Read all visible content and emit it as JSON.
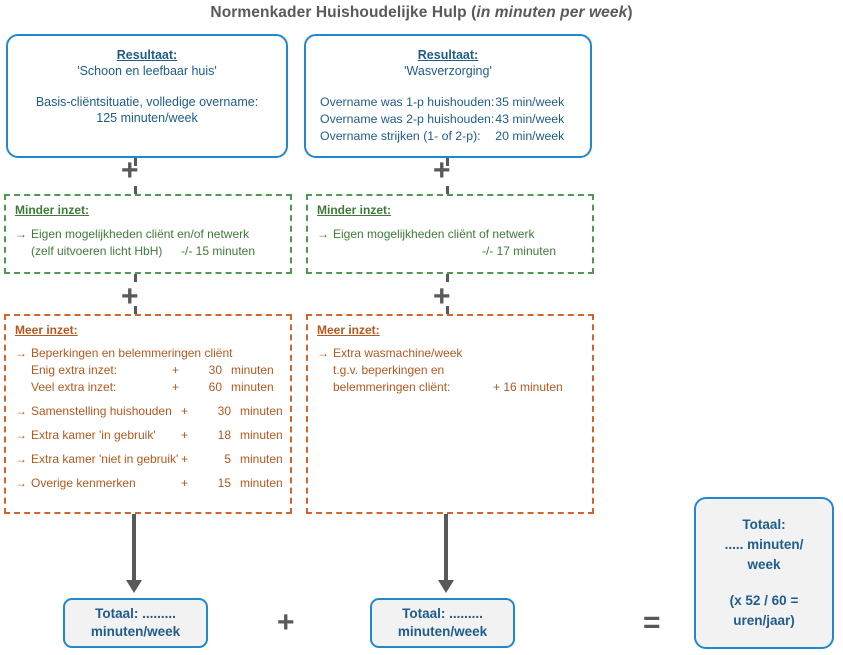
{
  "title": {
    "main": "Normenkader Huishoudelijke Hulp (",
    "italic": "in minuten per week",
    "close": ")"
  },
  "columns": {
    "left": {
      "result": {
        "heading": "Resultaat:",
        "subtitle": "'Schoon en leefbaar huis'",
        "body_line1": "Basis-cliëntsituatie, volledige overname:",
        "body_line2": "125 minuten/week"
      },
      "minder": {
        "heading": "Minder inzet:",
        "arrow": "→",
        "item_line1": "Eigen mogelijkheden cliënt en/of netwerk",
        "item_line2": "(zelf uitvoeren licht HbH)",
        "value": "-/- 15 minuten"
      },
      "meer": {
        "heading": "Meer inzet:",
        "arrow": "→",
        "items": [
          {
            "label": "Beperkingen en belemmeringen cliënt",
            "sign": "",
            "value": "",
            "unit": ""
          },
          {
            "label": "Enig extra inzet:",
            "sign": "+",
            "value": "30",
            "unit": "minuten",
            "sub": true
          },
          {
            "label": "Veel extra inzet:",
            "sign": "+",
            "value": "60",
            "unit": "minuten",
            "sub": true
          },
          {
            "label": "Samenstelling huishouden",
            "sign": "+",
            "value": "30",
            "unit": "minuten"
          },
          {
            "label": "Extra kamer 'in gebruik'",
            "sign": "+",
            "value": "18",
            "unit": "minuten"
          },
          {
            "label": "Extra kamer 'niet in gebruik'",
            "sign": "+",
            "value": "5",
            "unit": "minuten"
          },
          {
            "label": "Overige kenmerken",
            "sign": "+",
            "value": "15",
            "unit": "minuten"
          }
        ]
      },
      "total": {
        "line1": "Totaal:  .........",
        "line2": "minuten/week"
      }
    },
    "right": {
      "result": {
        "heading": "Resultaat:",
        "subtitle": "'Wasverzorging'",
        "rows": [
          {
            "label": "Overname was 1-p huishouden:",
            "value": "35 min/week"
          },
          {
            "label": "Overname was 2-p huishouden:",
            "value": "43 min/week"
          },
          {
            "label": "Overname strijken (1- of 2-p):",
            "value": "20 min/week"
          }
        ]
      },
      "minder": {
        "heading": "Minder inzet:",
        "arrow": "→",
        "item_line1": "Eigen mogelijkheden cliënt of netwerk",
        "value": "-/- 17 minuten"
      },
      "meer": {
        "heading": "Meer inzet:",
        "arrow": "→",
        "item_line1": "Extra wasmachine/week",
        "item_line2": "t.g.v. beperkingen en",
        "item_line3": "belemmeringen cliënt:",
        "value": "+ 16 minuten"
      },
      "total": {
        "line1": "Totaal:  .........",
        "line2": "minuten/week"
      }
    }
  },
  "grand_total": {
    "line1": "Totaal:",
    "line2": "..... minuten/",
    "line3": "week",
    "line4": "(x 52 / 60 =",
    "line5": "uren/jaar)"
  },
  "operators": {
    "plus": "+",
    "equals": "="
  },
  "colors": {
    "blue": "#2288CC",
    "blue_text": "#1F5C8B",
    "green": "#4E9A4E",
    "green_text": "#3E7B38",
    "orange": "#D2662A",
    "orange_text": "#B4581F",
    "gray": "#595959"
  }
}
